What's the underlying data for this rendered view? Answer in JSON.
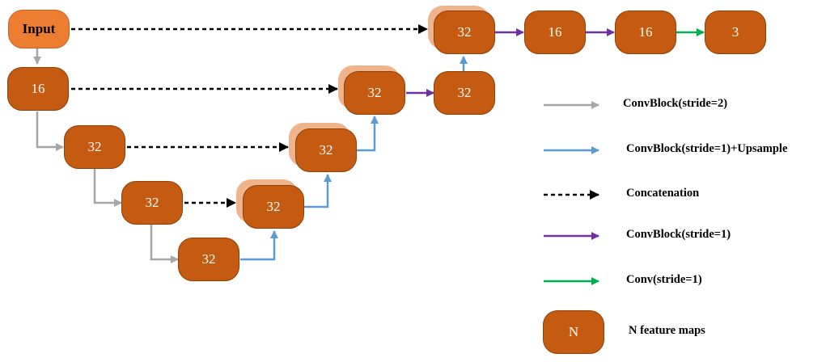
{
  "diagram": {
    "input_label": "Input",
    "encoder": {
      "n1": "16",
      "n2": "32",
      "n3": "32",
      "n4": "32"
    },
    "decoder": {
      "d3": "32",
      "d2": "32",
      "d1a": "32",
      "d1b": "32",
      "top_concat": "32",
      "top1": "16",
      "top2": "16",
      "output": "3"
    }
  },
  "legend": {
    "items": [
      {
        "label": "ConvBlock(stride=2)",
        "color": "#a6a6a6",
        "style": "solid"
      },
      {
        "label": "ConvBlock(stride=1)+Upsample",
        "color": "#5b9bd5",
        "style": "solid"
      },
      {
        "label": "Concatenation",
        "color": "#000000",
        "style": "dashed"
      },
      {
        "label": "ConvBlock(stride=1)",
        "color": "#7030a0",
        "style": "solid"
      },
      {
        "label": "Conv(stride=1)",
        "color": "#00b050",
        "style": "solid"
      }
    ],
    "node_symbol": "N",
    "node_label": "N feature maps"
  },
  "colors": {
    "node_fill": "#c55a11",
    "input_fill": "#ed7d31",
    "shadow_fill": "#f0b48d"
  }
}
